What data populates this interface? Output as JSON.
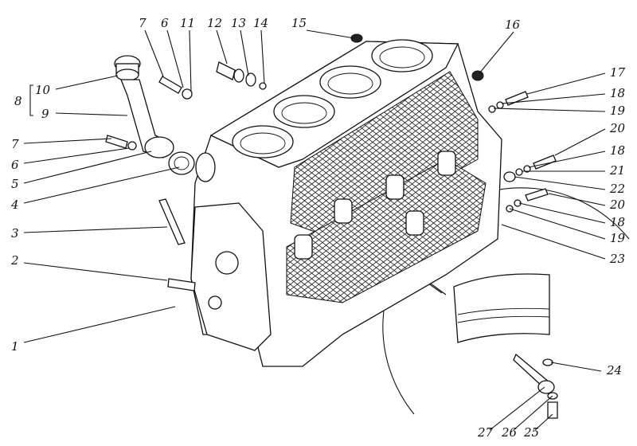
{
  "figure": {
    "labels": [
      {
        "id": "1",
        "text": "1"
      },
      {
        "id": "2",
        "text": "2"
      },
      {
        "id": "3",
        "text": "3"
      },
      {
        "id": "4",
        "text": "4"
      },
      {
        "id": "5",
        "text": "5"
      },
      {
        "id": "6a",
        "text": "6"
      },
      {
        "id": "7a",
        "text": "7"
      },
      {
        "id": "8",
        "text": "8"
      },
      {
        "id": "9",
        "text": "9"
      },
      {
        "id": "10",
        "text": "10"
      },
      {
        "id": "7b",
        "text": "7"
      },
      {
        "id": "6b",
        "text": "6"
      },
      {
        "id": "11",
        "text": "11"
      },
      {
        "id": "12",
        "text": "12"
      },
      {
        "id": "13",
        "text": "13"
      },
      {
        "id": "14",
        "text": "14"
      },
      {
        "id": "15",
        "text": "15"
      },
      {
        "id": "16",
        "text": "16"
      },
      {
        "id": "17",
        "text": "17"
      },
      {
        "id": "18a",
        "text": "18"
      },
      {
        "id": "19a",
        "text": "19"
      },
      {
        "id": "20a",
        "text": "20"
      },
      {
        "id": "18b",
        "text": "18"
      },
      {
        "id": "21",
        "text": "21"
      },
      {
        "id": "22",
        "text": "22"
      },
      {
        "id": "20b",
        "text": "20"
      },
      {
        "id": "18c",
        "text": "18"
      },
      {
        "id": "19b",
        "text": "19"
      },
      {
        "id": "23",
        "text": "23"
      },
      {
        "id": "24",
        "text": "24"
      },
      {
        "id": "27",
        "text": "27"
      },
      {
        "id": "26",
        "text": "26"
      },
      {
        "id": "25",
        "text": "25"
      }
    ]
  }
}
